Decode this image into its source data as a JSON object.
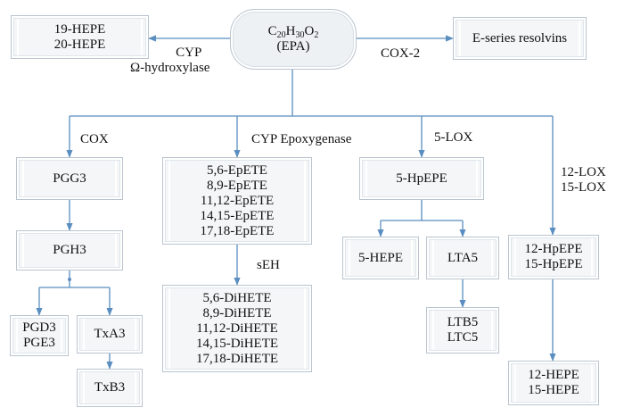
{
  "source": {
    "formula": {
      "c": "C",
      "c_n": "20",
      "h": "H",
      "h_n": "30",
      "o": "O",
      "o_n": "2"
    },
    "name": "(EPA)"
  },
  "nodes": {
    "hepe_19_20": [
      "19-HEPE",
      "20-HEPE"
    ],
    "e_series": [
      "E-series resolvins"
    ],
    "pgg3": [
      "PGG3"
    ],
    "pgh3": [
      "PGH3"
    ],
    "pgd3_pge3": [
      "PGD3",
      "PGE3"
    ],
    "txa3": [
      "TxA3"
    ],
    "txb3": [
      "TxB3"
    ],
    "epetes": [
      "5,6-EpETE",
      "8,9-EpETE",
      "11,12-EpETE",
      "14,15-EpETE",
      "17,18-EpETE"
    ],
    "dihetes": [
      "5,6-DiHETE",
      "8,9-DiHETE",
      "11,12-DiHETE",
      "14,15-DiHETE",
      "17,18-DiHETE"
    ],
    "hpepe_5": [
      "5-HpEPE"
    ],
    "hepe_5": [
      "5-HEPE"
    ],
    "lta5": [
      "LTA5"
    ],
    "ltb5_ltc5": [
      "LTB5",
      "LTC5"
    ],
    "hpepe_12_15": [
      "12-HpEPE",
      "15-HpEPE"
    ],
    "hepe_12_15": [
      "12-HEPE",
      "15-HEPE"
    ]
  },
  "edge_labels": {
    "cyp_hydroxylase": [
      "CYP",
      "Ω-hydroxylase"
    ],
    "cox2": "COX-2",
    "cox": "COX",
    "cyp_epoxygenase": "CYP Epoxygenase",
    "lox5": "5-LOX",
    "lox12_15": [
      "12-LOX",
      "15-LOX"
    ],
    "seh": "sEH"
  },
  "colors": {
    "line": "#5b8ec0",
    "box_border": "#b9c4cf",
    "box_fill": "#f4f6f8"
  }
}
